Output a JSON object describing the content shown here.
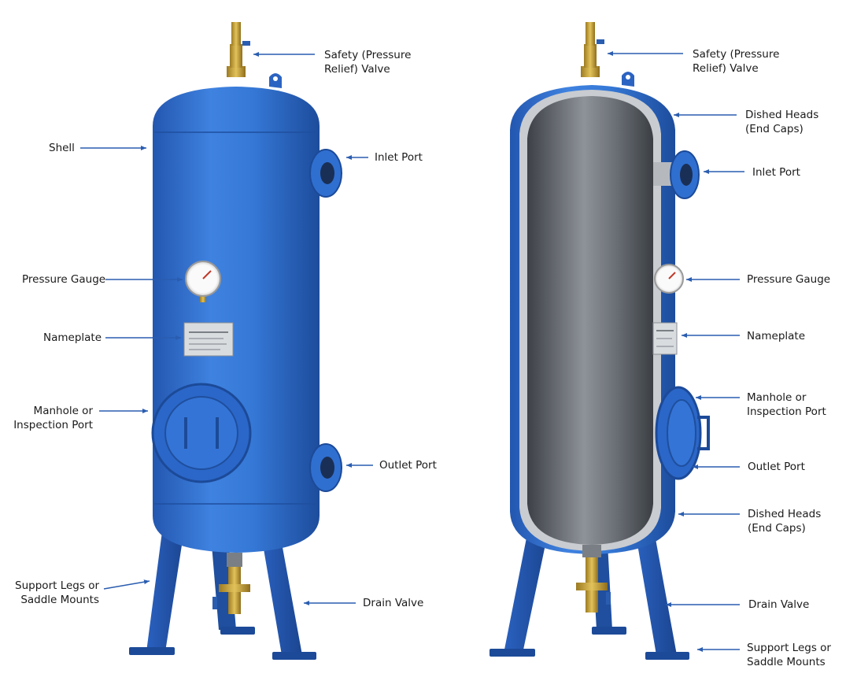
{
  "colors": {
    "vessel_blue": "#2f6fd0",
    "vessel_blue_dark": "#1e4f9e",
    "vessel_blue_light": "#5b93e6",
    "interior_dark": "#4a4e54",
    "interior_light": "#b9bdc2",
    "brass": "#c9a23a",
    "arrow": "#2a5db0"
  },
  "left_diagram": {
    "labels": {
      "safety_valve": "Safety (Pressure\nRelief) Valve",
      "shell": "Shell",
      "inlet_port": "Inlet Port",
      "pressure_gauge": "Pressure Gauge",
      "nameplate": "Nameplate",
      "manhole": "Manhole or\nInspection Port",
      "outlet_port": "Outlet Port",
      "support_legs": "Support Legs or\nSaddle Mounts",
      "drain_valve": "Drain Valve"
    }
  },
  "right_diagram": {
    "labels": {
      "safety_valve": "Safety (Pressure\nRelief) Valve",
      "dished_heads_top": "Dished Heads\n(End Caps)",
      "inlet_port": "Inlet Port",
      "pressure_gauge": "Pressure Gauge",
      "nameplate": "Nameplate",
      "manhole": "Manhole or\nInspection Port",
      "outlet_port": "Outlet Port",
      "dished_heads_bottom": "Dished Heads\n(End Caps)",
      "drain_valve": "Drain Valve",
      "support_legs": "Support Legs or\nSaddle Mounts"
    }
  }
}
